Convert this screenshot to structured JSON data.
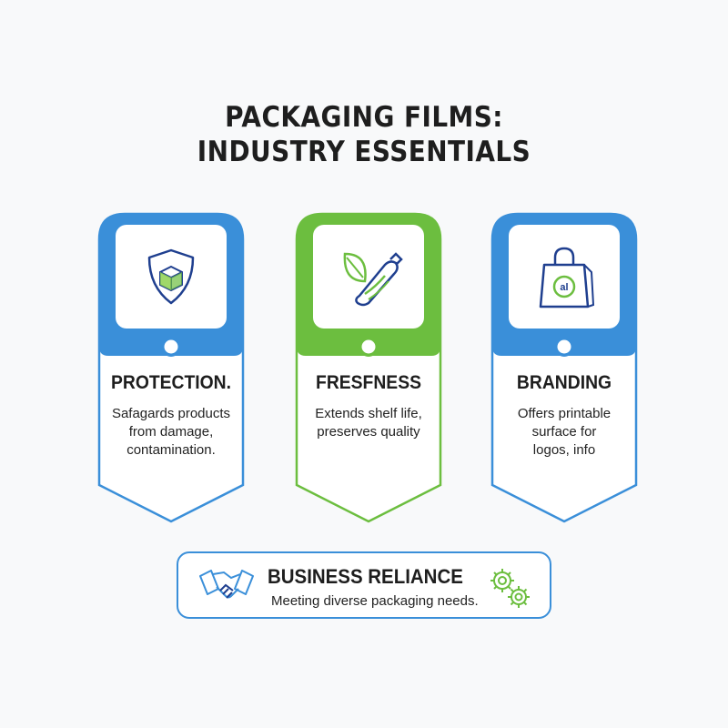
{
  "title": {
    "line1": "PACKAGING FILMS:",
    "line2": "INDUSTRY ESSENTIALS"
  },
  "colors": {
    "blue": "#3a8fd9",
    "green": "#6cbe3f",
    "navy": "#1f3f8f",
    "text": "#1e1e1e"
  },
  "cards": [
    {
      "heading": "PROTECTION.",
      "desc": [
        "Safagards products",
        "from damage,",
        "contamination."
      ],
      "icon": "shield-box-icon",
      "color": "blue"
    },
    {
      "heading": "FRESFNESS",
      "desc": [
        "Extends shelf life,",
        "preserves quality"
      ],
      "icon": "leaf-bottle-icon",
      "color": "green"
    },
    {
      "heading": "BRANDING",
      "desc": [
        "Offers printable",
        "surface for",
        "logos, info"
      ],
      "icon": "shopping-bag-icon",
      "color": "blue"
    }
  ],
  "banner": {
    "title": "BUSINESS RELIANCE",
    "subtitle": "Meeting diverse packaging needs.",
    "left_icon": "handshake-icon",
    "right_icon": "gears-icon"
  }
}
